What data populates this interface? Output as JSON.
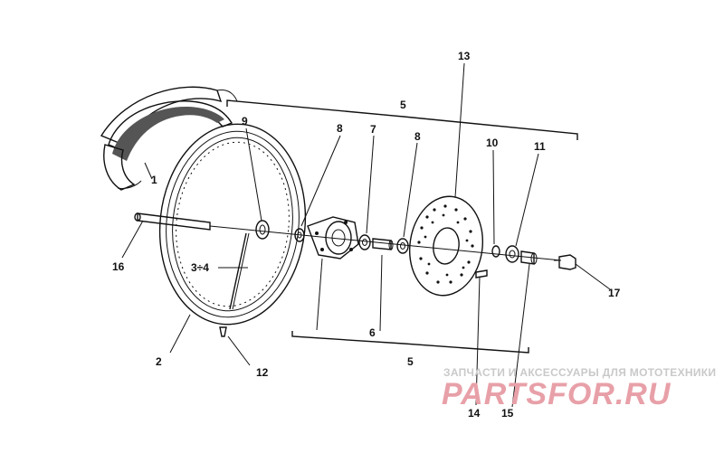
{
  "callouts": [
    "1",
    "2",
    "3÷4",
    "5",
    "5",
    "6",
    "7",
    "8",
    "8",
    "9",
    "10",
    "11",
    "12",
    "13",
    "14",
    "15",
    "16",
    "17"
  ],
  "watermark": {
    "tagline": "ЗАПЧАСТИ И АКСЕССУАРЫ ДЛЯ МОТОТЕХНИКИ",
    "brand": "PARTSFOR.RU",
    "brand_color": "#e8a0a8",
    "tagline_color": "#c9c9c9"
  },
  "colors": {
    "line": "#111111",
    "background": "#ffffff"
  }
}
